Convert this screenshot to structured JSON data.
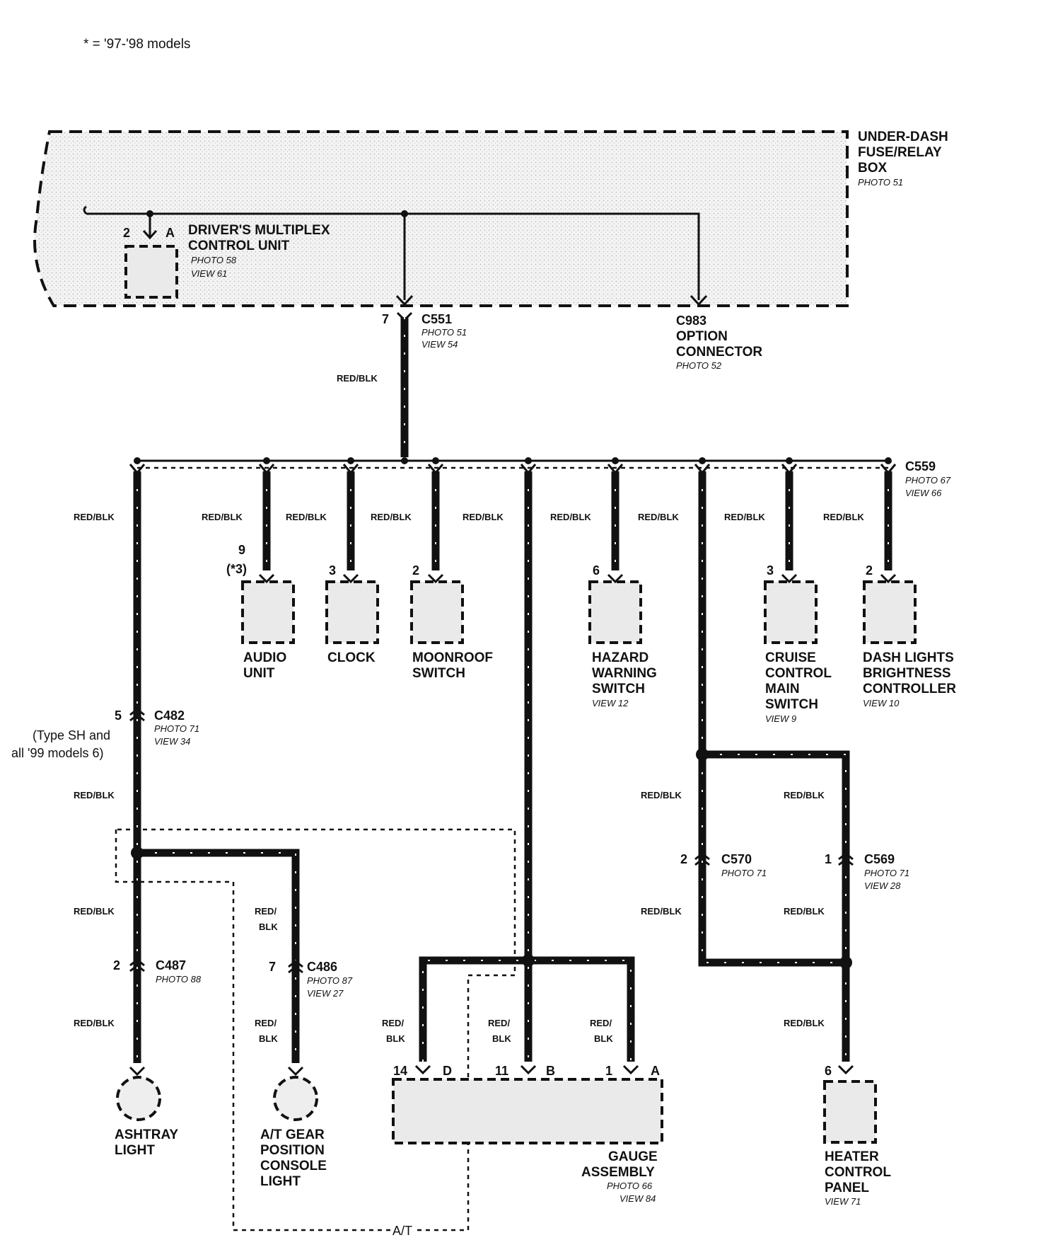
{
  "note": "* =  '97-'98 models",
  "fuse_box": {
    "name_l1": "UNDER-DASH",
    "name_l2": "FUSE/RELAY",
    "name_l3": "BOX",
    "photo": "PHOTO 51"
  },
  "dmcu": {
    "pin": "2",
    "terminal": "A",
    "name_l1": "DRIVER'S MULTIPLEX",
    "name_l2": "CONTROL UNIT",
    "photo": "PHOTO 58",
    "view": "VIEW 61"
  },
  "c551": {
    "pin": "7",
    "name": "C551",
    "photo": "PHOTO 51",
    "view": "VIEW 54"
  },
  "c983": {
    "name": "C983",
    "line2": "OPTION",
    "line3": "CONNECTOR",
    "photo": "PHOTO 52"
  },
  "c559": {
    "name": "C559",
    "photo": "PHOTO 67",
    "view": "VIEW 66"
  },
  "wire_color": "RED/BLK",
  "wire_color_l1": "RED/",
  "wire_color_l2": "BLK",
  "audio": {
    "pin": "9",
    "pin_note": "(*3)",
    "l1": "AUDIO",
    "l2": "UNIT"
  },
  "clock": {
    "pin": "3",
    "l1": "CLOCK"
  },
  "moonroof": {
    "pin": "2",
    "l1": "MOONROOF",
    "l2": "SWITCH"
  },
  "hazard": {
    "pin": "6",
    "l1": "HAZARD",
    "l2": "WARNING",
    "l3": "SWITCH",
    "view": "VIEW 12"
  },
  "cruise": {
    "pin": "3",
    "l1": "CRUISE",
    "l2": "CONTROL",
    "l3": "MAIN",
    "l4": "SWITCH",
    "view": "VIEW 9"
  },
  "dash": {
    "pin": "2",
    "l1": "DASH LIGHTS",
    "l2": "BRIGHTNESS",
    "l3": "CONTROLLER",
    "view": "VIEW 10"
  },
  "c482": {
    "pin": "5",
    "name": "C482",
    "photo": "PHOTO 71",
    "view": "VIEW 34",
    "note_l1": "(Type SH and",
    "note_l2": "all '99 models 6)"
  },
  "c487": {
    "pin": "2",
    "name": "C487",
    "photo": "PHOTO 88"
  },
  "c486": {
    "pin": "7",
    "name": "C486",
    "photo": "PHOTO 87",
    "view": "VIEW 27"
  },
  "c570": {
    "pin": "2",
    "name": "C570",
    "photo": "PHOTO 71"
  },
  "c569": {
    "pin": "1",
    "name": "C569",
    "photo": "PHOTO 71",
    "view": "VIEW 28"
  },
  "ashtray": {
    "l1": "ASHTRAY",
    "l2": "LIGHT"
  },
  "atgear": {
    "l1": "A/T GEAR",
    "l2": "POSITION",
    "l3": "CONSOLE",
    "l4": "LIGHT"
  },
  "gauge": {
    "pin_d": "14",
    "term_d": "D",
    "pin_b": "11",
    "term_b": "B",
    "pin_a": "1",
    "term_a": "A",
    "l1": "GAUGE",
    "l2": "ASSEMBLY",
    "photo": "PHOTO 66",
    "view": "VIEW 84"
  },
  "heater": {
    "pin": "6",
    "l1": "HEATER",
    "l2": "CONTROL",
    "l3": "PANEL",
    "view": "VIEW 71"
  },
  "at_label": "A/T"
}
